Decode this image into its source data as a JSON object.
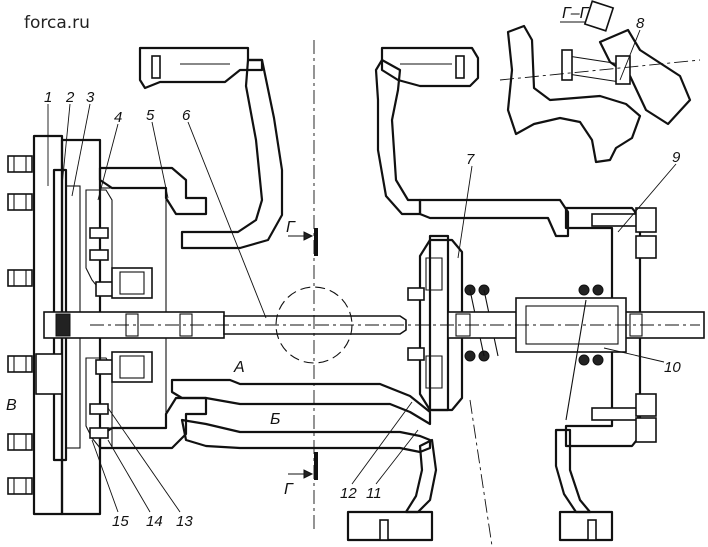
{
  "watermark": "forca.ru",
  "section_title": "Г–Г",
  "section_marks": [
    "Г",
    "Г"
  ],
  "zone_labels": [
    "А",
    "Б",
    "В"
  ],
  "part_labels": {
    "top": [
      "1",
      "2",
      "3",
      "4",
      "5",
      "6",
      "7",
      "9"
    ],
    "inset": "8",
    "bottom": [
      "15",
      "14",
      "13",
      "12",
      "11"
    ],
    "right": "10"
  },
  "colors": {
    "ink": "#111111",
    "paper": "#ffffff"
  }
}
